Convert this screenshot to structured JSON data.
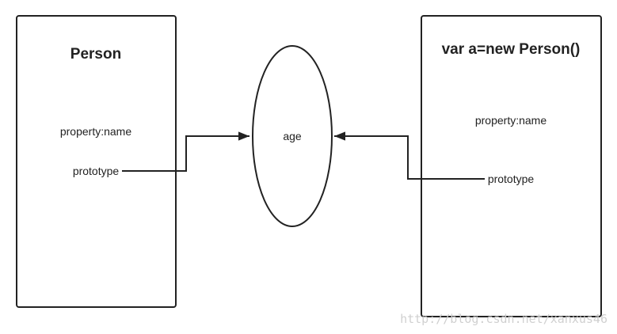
{
  "person_box": {
    "title": "Person",
    "property_label": "property:name",
    "prototype_label": "prototype"
  },
  "instance_box": {
    "title": "var a=new Person()",
    "property_label": "property:name",
    "prototype_label": "prototype"
  },
  "prototype_object": {
    "label": "age"
  },
  "watermark": {
    "text": "http://blog.csdn.net/xanxus46"
  }
}
